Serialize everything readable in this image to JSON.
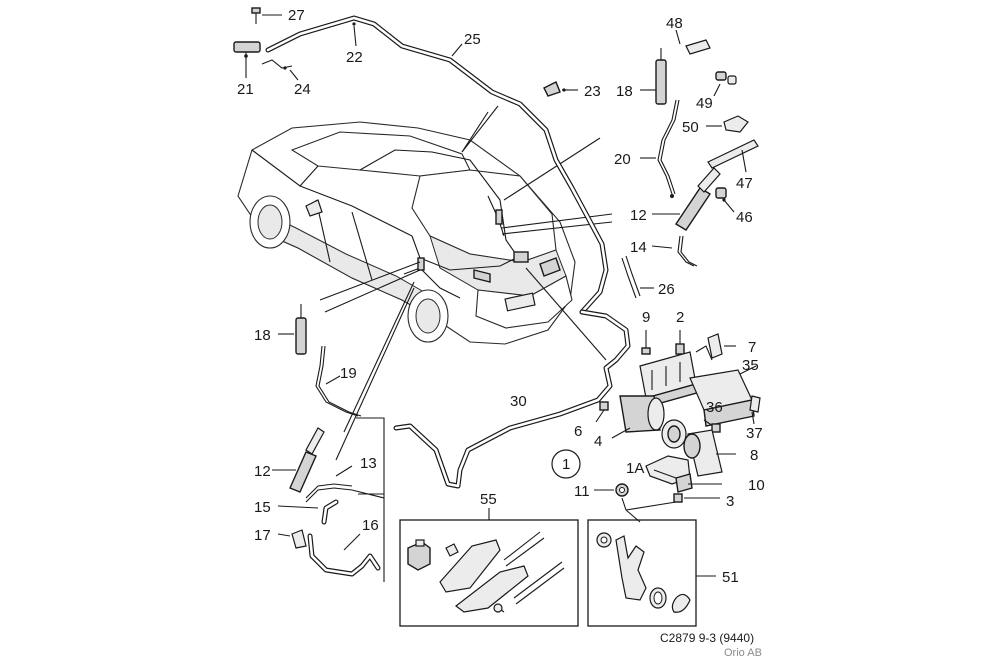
{
  "callouts": [
    {
      "id": "c27",
      "label": "27"
    },
    {
      "id": "c22",
      "label": "22"
    },
    {
      "id": "c25",
      "label": "25"
    },
    {
      "id": "c21",
      "label": "21"
    },
    {
      "id": "c24",
      "label": "24"
    },
    {
      "id": "c23",
      "label": "23"
    },
    {
      "id": "c48",
      "label": "48"
    },
    {
      "id": "c18a",
      "label": "18"
    },
    {
      "id": "c49",
      "label": "49"
    },
    {
      "id": "c50",
      "label": "50"
    },
    {
      "id": "c20",
      "label": "20"
    },
    {
      "id": "c47",
      "label": "47"
    },
    {
      "id": "c12a",
      "label": "12"
    },
    {
      "id": "c46",
      "label": "46"
    },
    {
      "id": "c14",
      "label": "14"
    },
    {
      "id": "c26",
      "label": "26"
    },
    {
      "id": "c18b",
      "label": "18"
    },
    {
      "id": "c9",
      "label": "9"
    },
    {
      "id": "c2",
      "label": "2"
    },
    {
      "id": "c7",
      "label": "7"
    },
    {
      "id": "c35",
      "label": "35"
    },
    {
      "id": "c19",
      "label": "19"
    },
    {
      "id": "c30",
      "label": "30"
    },
    {
      "id": "c36",
      "label": "36"
    },
    {
      "id": "c37",
      "label": "37"
    },
    {
      "id": "c6",
      "label": "6"
    },
    {
      "id": "c4",
      "label": "4"
    },
    {
      "id": "c8",
      "label": "8"
    },
    {
      "id": "c1",
      "label": "1"
    },
    {
      "id": "c1A",
      "label": "1A"
    },
    {
      "id": "c12b",
      "label": "12"
    },
    {
      "id": "c13",
      "label": "13"
    },
    {
      "id": "c10",
      "label": "10"
    },
    {
      "id": "c11",
      "label": "11"
    },
    {
      "id": "c3",
      "label": "3"
    },
    {
      "id": "c15",
      "label": "15"
    },
    {
      "id": "c55",
      "label": "55"
    },
    {
      "id": "c16",
      "label": "16"
    },
    {
      "id": "c17",
      "label": "17"
    },
    {
      "id": "c51",
      "label": "51"
    }
  ],
  "footer": {
    "reference": "C2879 9-3 (9440)",
    "copyright": "Orio AB"
  },
  "colors": {
    "ink": "#1a1a1a",
    "part_fill": "#d4d4d4",
    "copyright_text": "#8a8a8a",
    "background": "#ffffff"
  }
}
